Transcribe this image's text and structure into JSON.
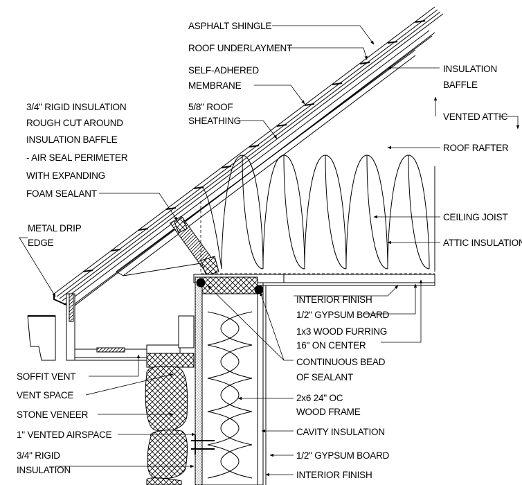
{
  "labels": {
    "asphalt_shingle": "ASPHALT SHINGLE",
    "roof_underlayment": "ROOF UNDERLAYMENT",
    "self_adhered_1": "SELF-ADHERED",
    "self_adhered_2": "MEMBRANE",
    "sheathing_1": "5/8\" ROOF",
    "sheathing_2": "SHEATHING",
    "rigid_note_1": "3/4\" RIGID INSULATION",
    "rigid_note_2": "ROUGH CUT AROUND",
    "rigid_note_3": "INSULATION BAFFLE",
    "rigid_note_4": "- AIR SEAL PERIMETER",
    "rigid_note_5": "WITH EXPANDING",
    "rigid_note_6": "FOAM SEALANT",
    "drip_edge_1": "METAL DRIP",
    "drip_edge_2": "EDGE",
    "baffle_1": "INSULATION",
    "baffle_2": "BAFFLE",
    "vented_attic": "VENTED ATTIC",
    "roof_rafter": "ROOF RAFTER",
    "ceiling_joist": "CEILING JOIST",
    "attic_insulation": "ATTIC INSULATION",
    "interior_finish_top": "INTERIOR FINISH",
    "gypsum_top": "1/2\" GYPSUM BOARD",
    "furring_1": "1x3 WOOD FURRING",
    "furring_2": "16\" ON CENTER",
    "sealant_1": "CONTINUOUS BEAD",
    "sealant_2": "OF SEALANT",
    "frame_1": "2x6 24\" OC",
    "frame_2": "WOOD FRAME",
    "cavity_insulation": "CAVITY INSULATION",
    "gypsum_bottom": "1/2\" GYPSUM BOARD",
    "interior_finish_bottom": "INTERIOR FINISH",
    "soffit_vent": "SOFFIT VENT",
    "vent_space": "VENT SPACE",
    "stone_veneer": "STONE VENEER",
    "airspace": "1\" VENTED AIRSPACE",
    "rigid_ins_1": "3/4\" RIGID",
    "rigid_ins_2": "INSULATION"
  }
}
